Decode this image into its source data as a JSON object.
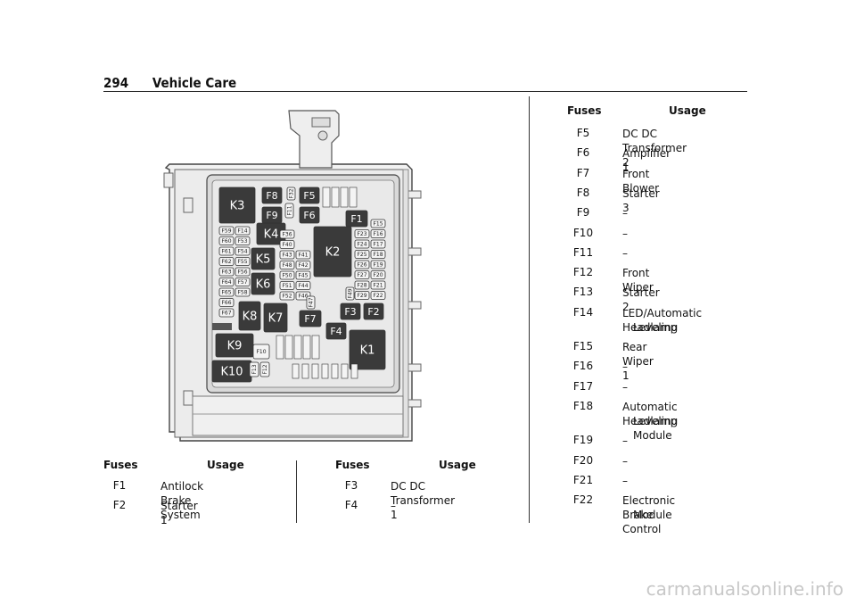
{
  "header": {
    "page_number": "294",
    "section_title": "Vehicle Care"
  },
  "figure": {
    "relays": [
      "K3",
      "K4",
      "K2",
      "K5",
      "K6",
      "K8",
      "K7",
      "K9",
      "K10",
      "K1"
    ],
    "large_fuses": [
      "F8",
      "F5",
      "F9",
      "F6",
      "F1",
      "F7",
      "F3",
      "F2",
      "F4"
    ],
    "small_fuses": [
      "F59",
      "F14",
      "F60",
      "F53",
      "F61",
      "F54",
      "F62",
      "F55",
      "F63",
      "F56",
      "F64",
      "F57",
      "F65",
      "F58",
      "F66",
      "F67",
      "F36",
      "F40",
      "F43",
      "F41",
      "F48",
      "F42",
      "F50",
      "F45",
      "F51",
      "F44",
      "F52",
      "F46",
      "F15",
      "F23",
      "F16",
      "F24",
      "F17",
      "F25",
      "F18",
      "F26",
      "F19",
      "F27",
      "F20",
      "F28",
      "F21",
      "F29",
      "F22",
      "F10",
      "F11",
      "F12",
      "F13",
      "F32",
      "F47",
      "F49",
      "F39"
    ]
  },
  "table_left": {
    "col_fuses": "Fuses",
    "col_usage": "Usage",
    "rows": [
      {
        "fuse": "F1",
        "usage": "Antilock Brake System"
      },
      {
        "fuse": "F2",
        "usage": "Starter 1"
      }
    ]
  },
  "table_mid": {
    "col_fuses": "Fuses",
    "col_usage": "Usage",
    "rows": [
      {
        "fuse": "F3",
        "usage": "DC DC Transformer 1"
      },
      {
        "fuse": "F4",
        "usage": "–"
      }
    ]
  },
  "table_right": {
    "col_fuses": "Fuses",
    "col_usage": "Usage",
    "rows": [
      {
        "fuse": "F5",
        "usage": "DC DC Transformer 2"
      },
      {
        "fuse": "F6",
        "usage": "Amplifier 1"
      },
      {
        "fuse": "F7",
        "usage": "Front Blower"
      },
      {
        "fuse": "F8",
        "usage": "Starter 3"
      },
      {
        "fuse": "F9",
        "usage": "–"
      },
      {
        "fuse": "F10",
        "usage": "–"
      },
      {
        "fuse": "F11",
        "usage": "–"
      },
      {
        "fuse": "F12",
        "usage": "Front Wiper"
      },
      {
        "fuse": "F13",
        "usage": "Starter 2"
      },
      {
        "fuse": "F14",
        "usage": "LED/Automatic Headlamp",
        "usage2": "Leveling"
      },
      {
        "fuse": "F15",
        "usage": "Rear Wiper 1"
      },
      {
        "fuse": "F16",
        "usage": "–"
      },
      {
        "fuse": "F17",
        "usage": "–"
      },
      {
        "fuse": "F18",
        "usage": "Automatic Headlamp",
        "usage2": "Leveling Module"
      },
      {
        "fuse": "F19",
        "usage": "–"
      },
      {
        "fuse": "F20",
        "usage": "–"
      },
      {
        "fuse": "F21",
        "usage": "–"
      },
      {
        "fuse": "F22",
        "usage": "Electronic Brake Control",
        "usage2": "Module"
      }
    ]
  },
  "watermark": "carmanualsonline.info"
}
